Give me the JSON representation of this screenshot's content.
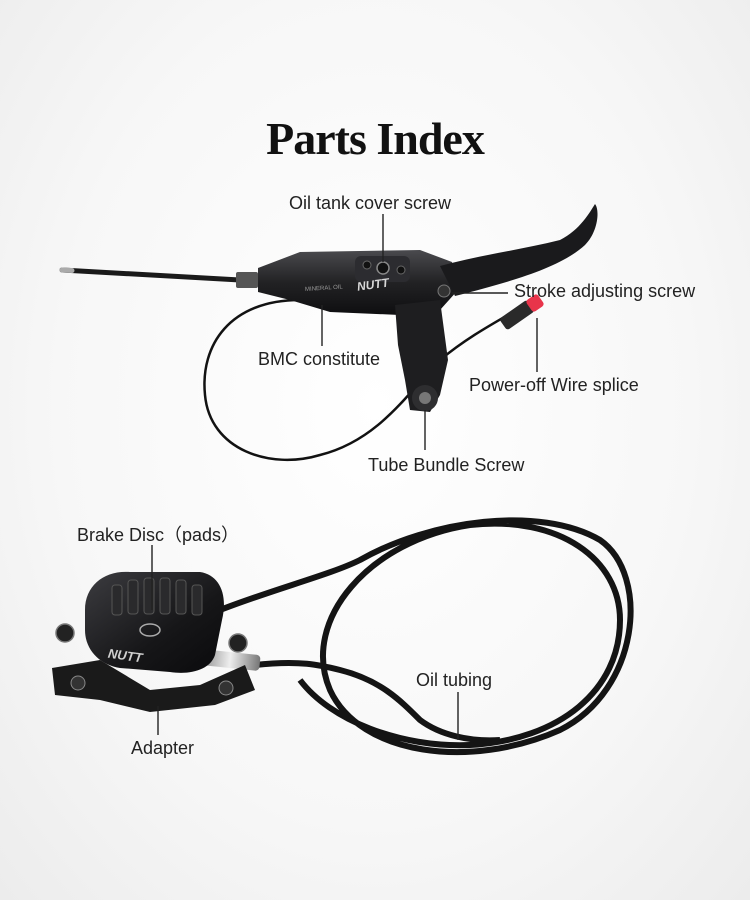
{
  "title": "Parts Index",
  "brand": "NUTT",
  "lever_marking": "MINERAL OIL",
  "labels": {
    "oil_tank_cover_screw": "Oil tank cover screw",
    "stroke_adjusting_screw": "Stroke adjusting screw",
    "bmc_constitute": "BMC constitute",
    "power_off_wire_splice": "Power-off Wire splice",
    "tube_bundle_screw": "Tube Bundle Screw",
    "brake_disc_pads": "Brake Disc（pads）",
    "oil_tubing": "Oil tubing",
    "adapter": "Adapter"
  },
  "colors": {
    "part_body": "#1c1c1e",
    "cable": "#141414",
    "connector_tip": "#e8344a",
    "leader_line": "#222222"
  }
}
